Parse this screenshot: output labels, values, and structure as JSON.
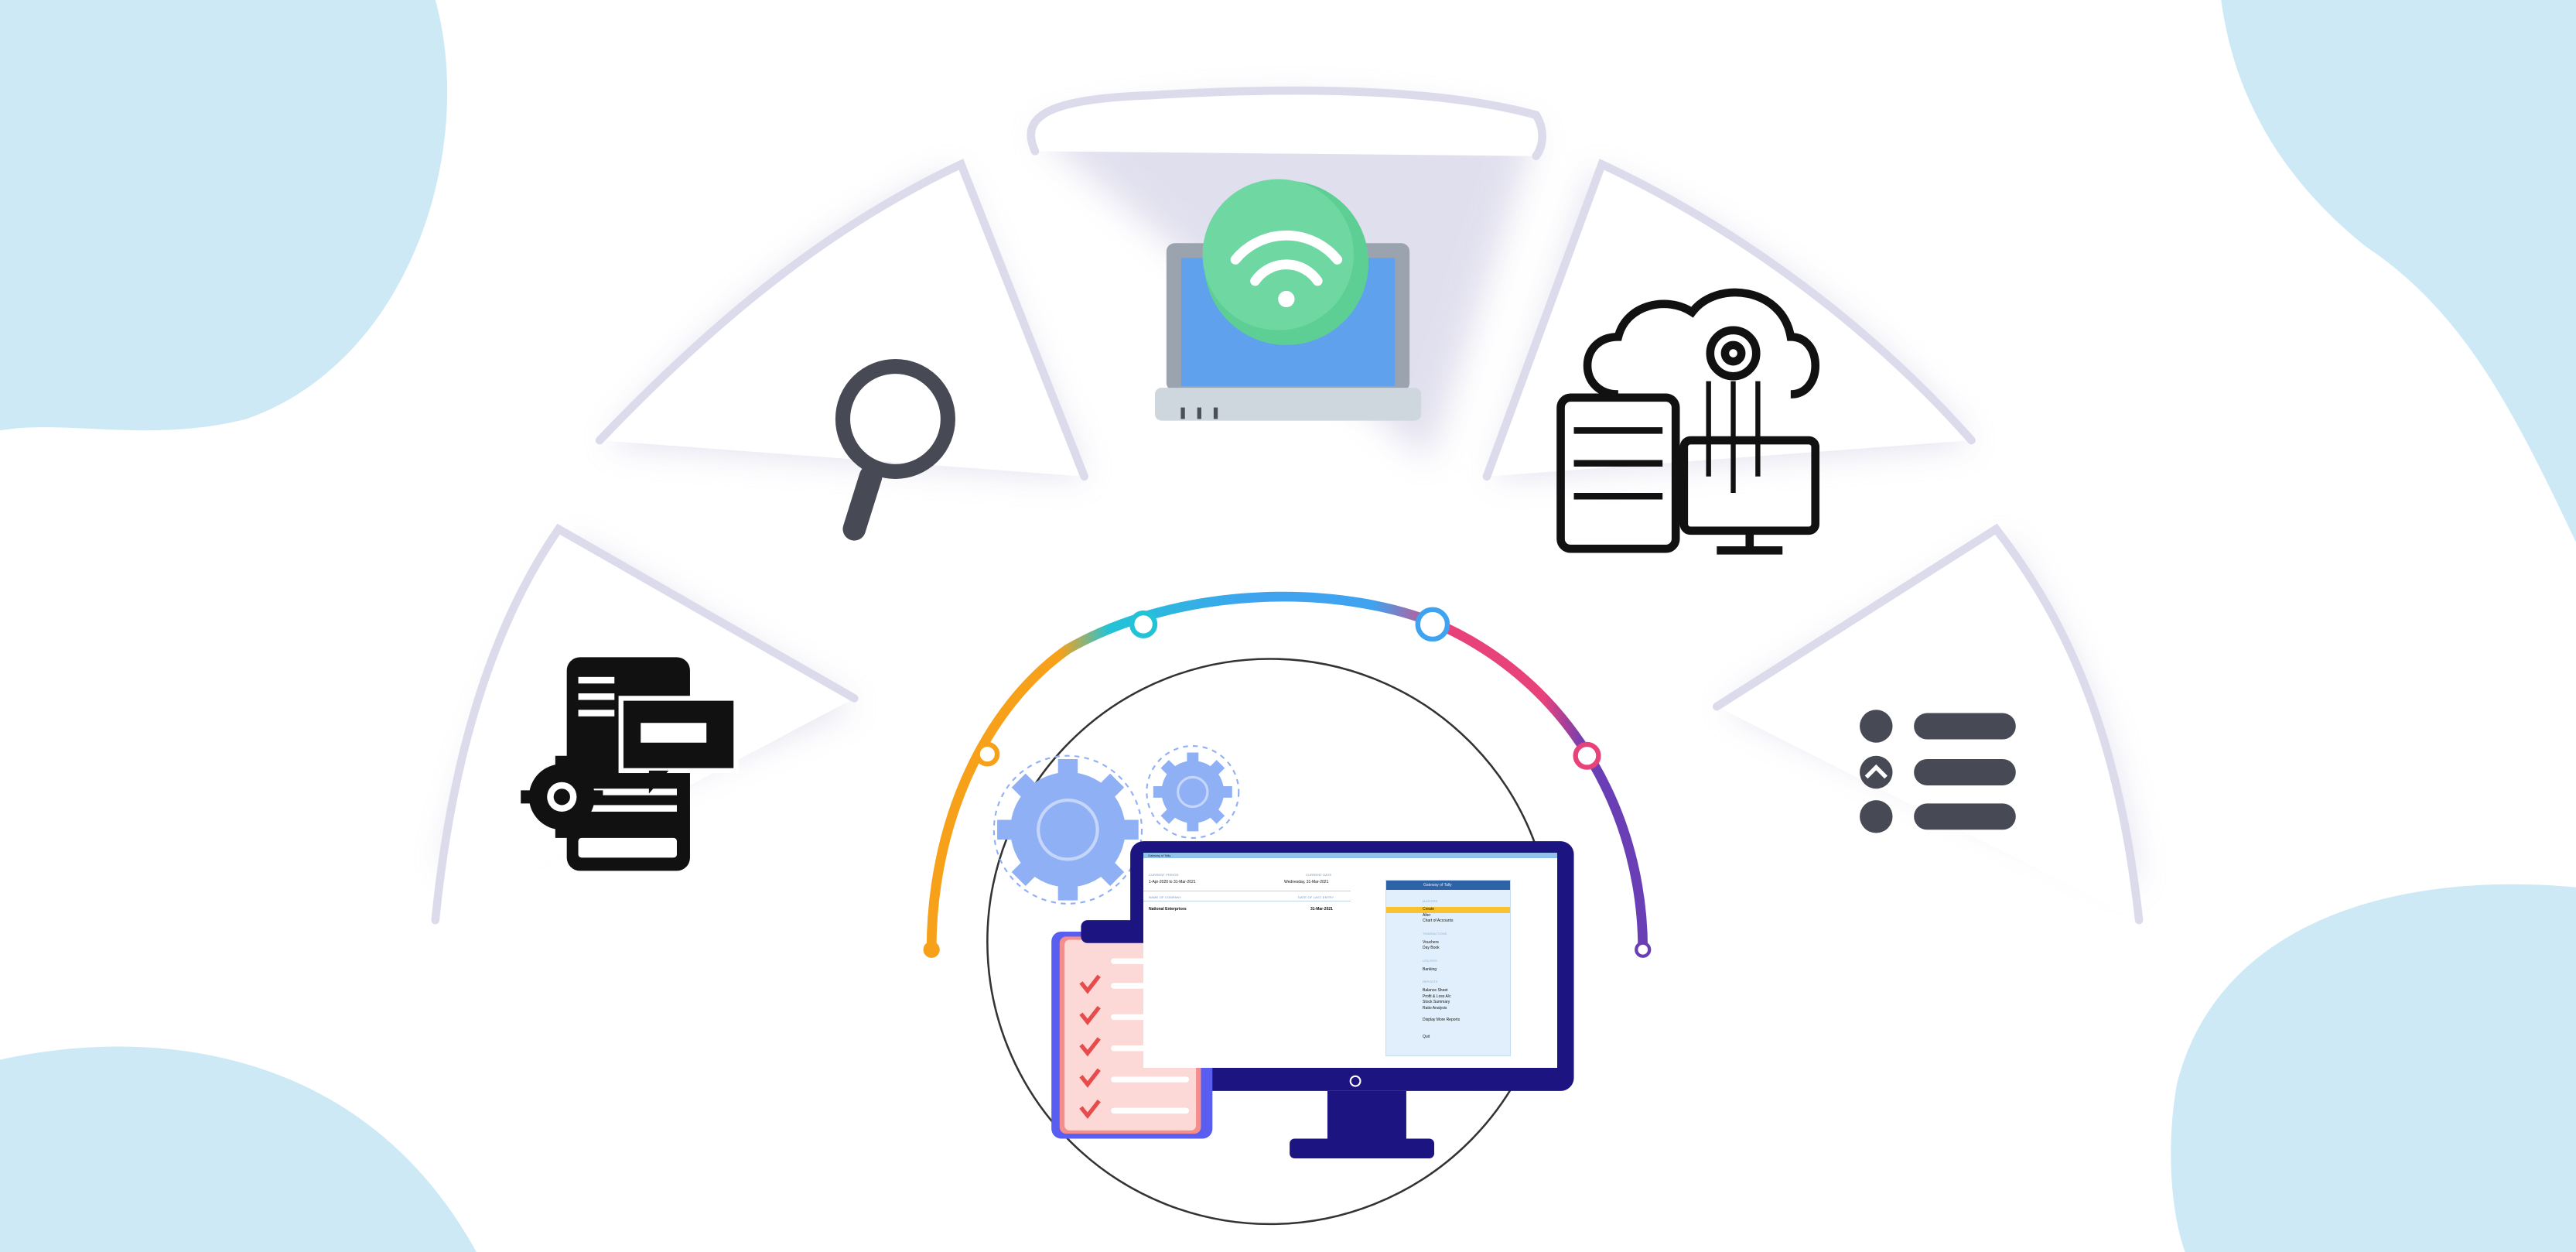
{
  "colors": {
    "blob": "#cde9f6",
    "arc_orange": "#f7a11a",
    "arc_cyan": "#22c3d6",
    "arc_blue": "#3fa3ef",
    "arc_pink": "#e8427a",
    "arc_purple": "#6a3fb5",
    "monitor": "#1c1480",
    "clipboard": "#5a5ef0",
    "gear": "#8fb0f5",
    "highlight": "#f7c22d"
  },
  "icons": [
    "magnifier-icon",
    "laptop-wifi-icon",
    "cloud-server-icon",
    "list-icon",
    "app-settings-icon",
    "gear-icon",
    "clipboard-checklist-icon",
    "monitor-icon"
  ],
  "screen": {
    "window_title": "Gateway of Tally",
    "current_period_label": "CURRENT PERIOD",
    "current_period": "1-Apr-2020 to 31-Mar-2021",
    "current_date_label": "CURRENT DATE",
    "current_date": "Wednesday, 31-Mar-2021",
    "company_label": "NAME OF COMPANY",
    "last_entry_label": "DATE OF LAST ENTRY",
    "company": "National Enterprises",
    "last_entry": "31-Mar-2021",
    "menu": {
      "title": "Gateway of Tally",
      "masters": "MASTERS",
      "create": "Create",
      "alter": "Alter",
      "chart": "Chart of Accounts",
      "transactions": "TRANSACTIONS",
      "vouchers": "Vouchers",
      "daybook": "Day Book",
      "utilities": "UTILITIES",
      "banking": "Banking",
      "reports": "REPORTS",
      "balance": "Balance Sheet",
      "pl": "Profit & Loss A/c",
      "stock": "Stock Summary",
      "ratio": "Ratio Analysis",
      "more": "Display More Reports",
      "quit": "Quit"
    }
  }
}
